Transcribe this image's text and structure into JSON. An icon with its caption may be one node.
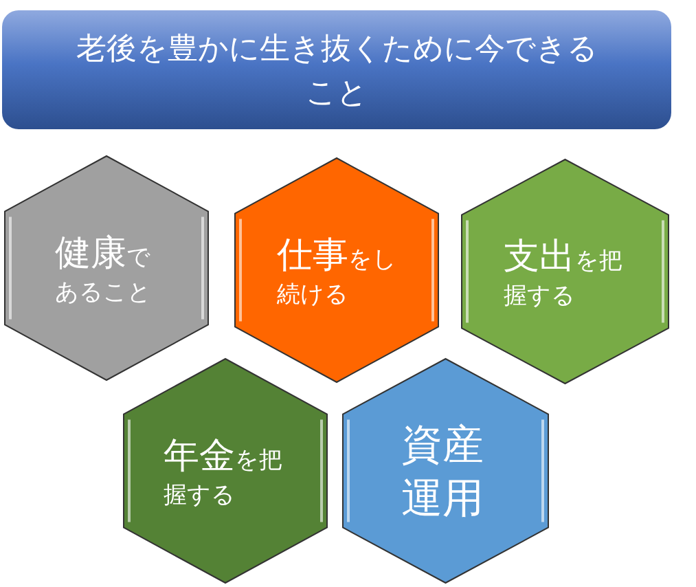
{
  "diagram": {
    "nodes": [
      {
        "text": [
          "老後を豊かに生き抜くために今できること"
        ]
      },
      {
        "text": [
          "健康",
          "であること"
        ]
      },
      {
        "text": [
          "仕事",
          "をし続ける"
        ]
      },
      {
        "text": [
          "支出",
          "を把握する"
        ]
      },
      {
        "text": [
          "年金",
          "を把握する"
        ]
      },
      {
        "text": [
          "資産運用"
        ]
      }
    ]
  }
}
